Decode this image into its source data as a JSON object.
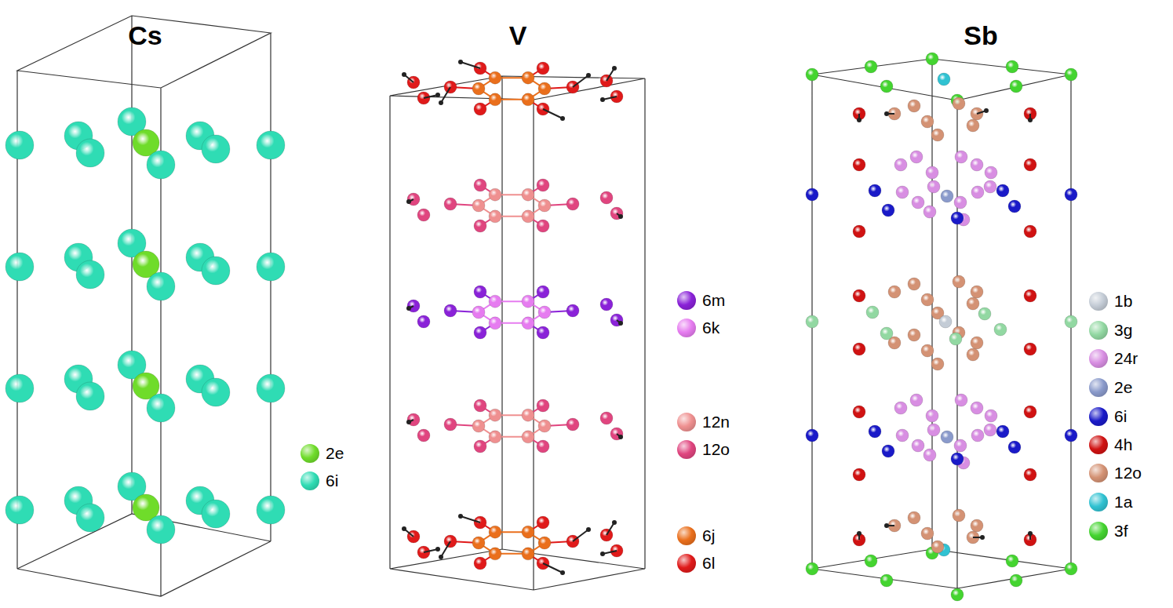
{
  "diagram": {
    "labels": [
      "Cs",
      "V",
      "Sb"
    ],
    "legend": [
      {
        "text": "2e",
        "color": "#6fdc2a"
      },
      {
        "text": "6i",
        "color": "#2fdcb4"
      },
      {
        "text": "6m",
        "color": "#8a22d8"
      },
      {
        "text": "6k",
        "color": "#e67cf0"
      },
      {
        "text": "12n",
        "color": "#ef9090"
      },
      {
        "text": "12o",
        "color": "#e0457f"
      },
      {
        "text": "6j",
        "color": "#ea6f1c"
      },
      {
        "text": "6l",
        "color": "#e01a1a"
      },
      {
        "text": "1b",
        "color": "#c4ccd6"
      },
      {
        "text": "3g",
        "color": "#92d8a2"
      },
      {
        "text": "24r",
        "color": "#d88ee2"
      },
      {
        "text": "2e",
        "color": "#8a9acb"
      },
      {
        "text": "6i",
        "color": "#1a1ac8"
      },
      {
        "text": "4h",
        "color": "#d01212"
      },
      {
        "text": "12o",
        "color": "#d49274"
      },
      {
        "text": "1a",
        "color": "#30c2d2"
      },
      {
        "text": "3f",
        "color": "#44d430"
      }
    ]
  }
}
